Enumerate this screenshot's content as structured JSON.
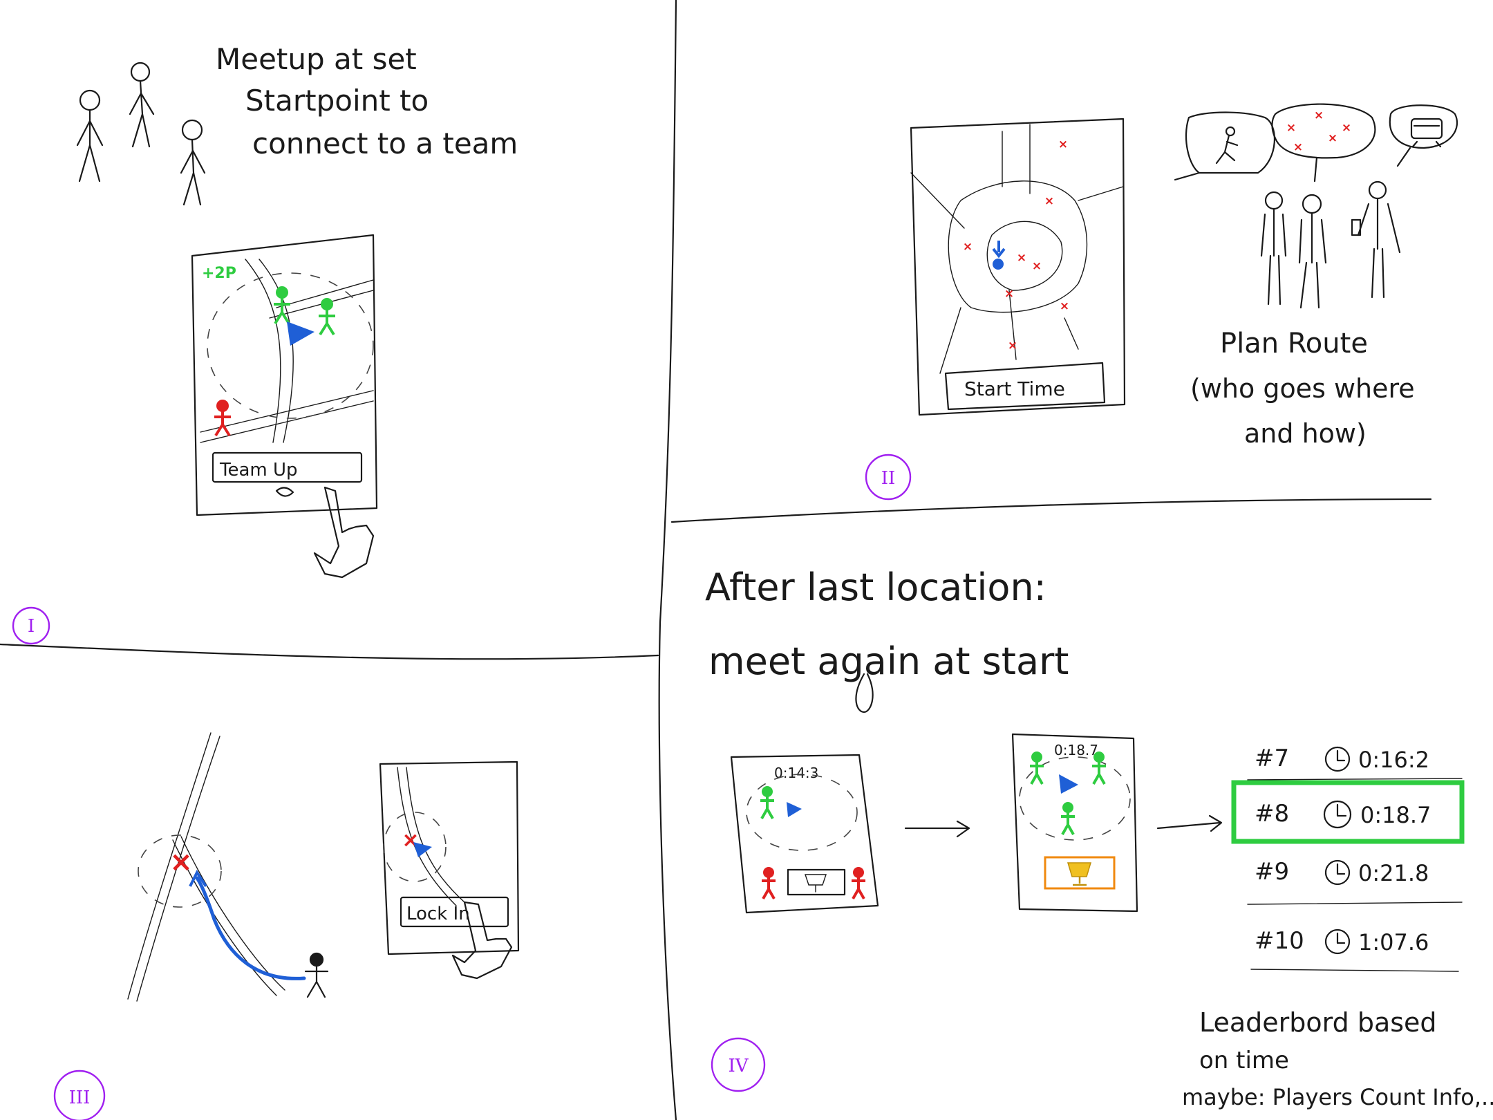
{
  "panel1": {
    "roman": "I",
    "note_line1": "Meetup at set",
    "note_line2": "Startpoint to",
    "note_line3": "connect to a team",
    "badge": "+2P",
    "button": "Team Up"
  },
  "panel2": {
    "roman": "II",
    "button": "Start Time",
    "caption_line1": "Plan Route",
    "caption_line2": "(who goes where",
    "caption_line3": "and how)"
  },
  "panel3": {
    "roman": "III",
    "button": "Lock In"
  },
  "panel4": {
    "roman": "IV",
    "heading_line1": "After last location:",
    "heading_line2": "meet again at start",
    "timer1": "0:14:3",
    "timer2": "0:18.7",
    "leaderboard": [
      {
        "rank": "#7",
        "time": "0:16:2",
        "highlight": false
      },
      {
        "rank": "#8",
        "time": "0:18.7",
        "highlight": true
      },
      {
        "rank": "#9",
        "time": "0:21.8",
        "highlight": false
      },
      {
        "rank": "#10",
        "time": "1:07.6",
        "highlight": false
      }
    ],
    "caption_line1": "Leaderbord based",
    "caption_line2": "on time",
    "caption_line3": "maybe: Players Count Info,..."
  },
  "colors": {
    "ink": "#1a1a1a",
    "green": "#2ecc40",
    "blue": "#1f5fd6",
    "red": "#e02020",
    "purple": "#a020f0",
    "orange": "#f0890f"
  }
}
